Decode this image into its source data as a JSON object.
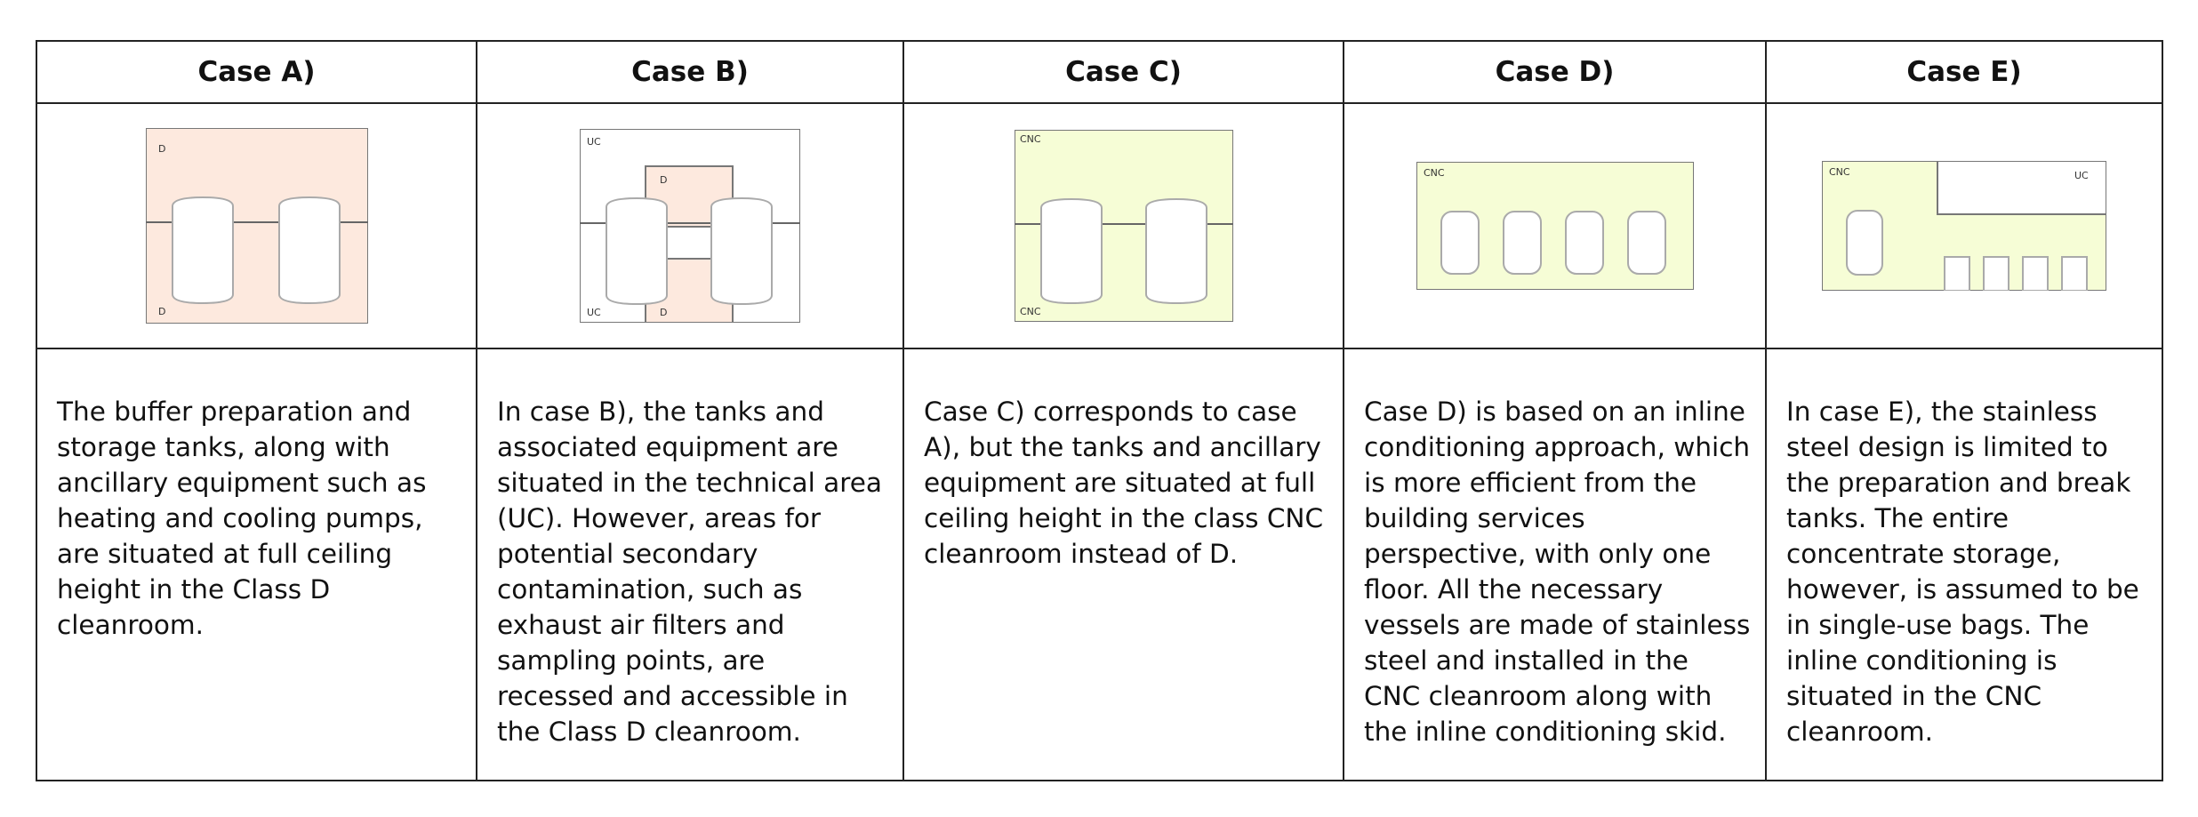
{
  "table": {
    "columns": [
      {
        "header": "Case A)",
        "labels": [
          "D",
          "D"
        ],
        "colors": {
          "room": "#fde9de"
        },
        "text": "The buffer preparation and storage tanks, along with ancillary equipment such as heating and cooling pumps, are situated at full ceiling height in the Class D cleanroom."
      },
      {
        "header": "Case B)",
        "labels": [
          "UC",
          "D",
          "UC",
          "D"
        ],
        "colors": {
          "room": "#fde9de"
        },
        "text": "In case B), the tanks and associated equipment are situated in the technical area (UC). However, areas for potential secondary contamination, such as exhaust air filters and sampling points, are recessed and accessible in the Class D cleanroom."
      },
      {
        "header": "Case C)",
        "labels": [
          "CNC",
          "CNC"
        ],
        "colors": {
          "room": "#f6fdd6"
        },
        "text": "Case C) corresponds to case A), but the tanks and ancillary equipment are situated at full ceiling height in the class CNC cleanroom instead of D."
      },
      {
        "header": "Case D)",
        "labels": [
          "CNC"
        ],
        "colors": {
          "room": "#f6fdd6"
        },
        "text": "Case D) is based on an inline conditioning approach, which is more efficient from the building services perspective, with only one floor. All the necessary vessels are made of stainless steel and installed in the CNC cleanroom along with the inline conditioning skid."
      },
      {
        "header": "Case E)",
        "labels": [
          "CNC",
          "UC"
        ],
        "colors": {
          "room": "#f6fdd6"
        },
        "text": "In case E), the stainless steel design is limited to the preparation and break tanks. The entire concentrate storage, however, is assumed to be in single-use bags. The inline conditioning is situated in the CNC cleanroom."
      }
    ]
  }
}
